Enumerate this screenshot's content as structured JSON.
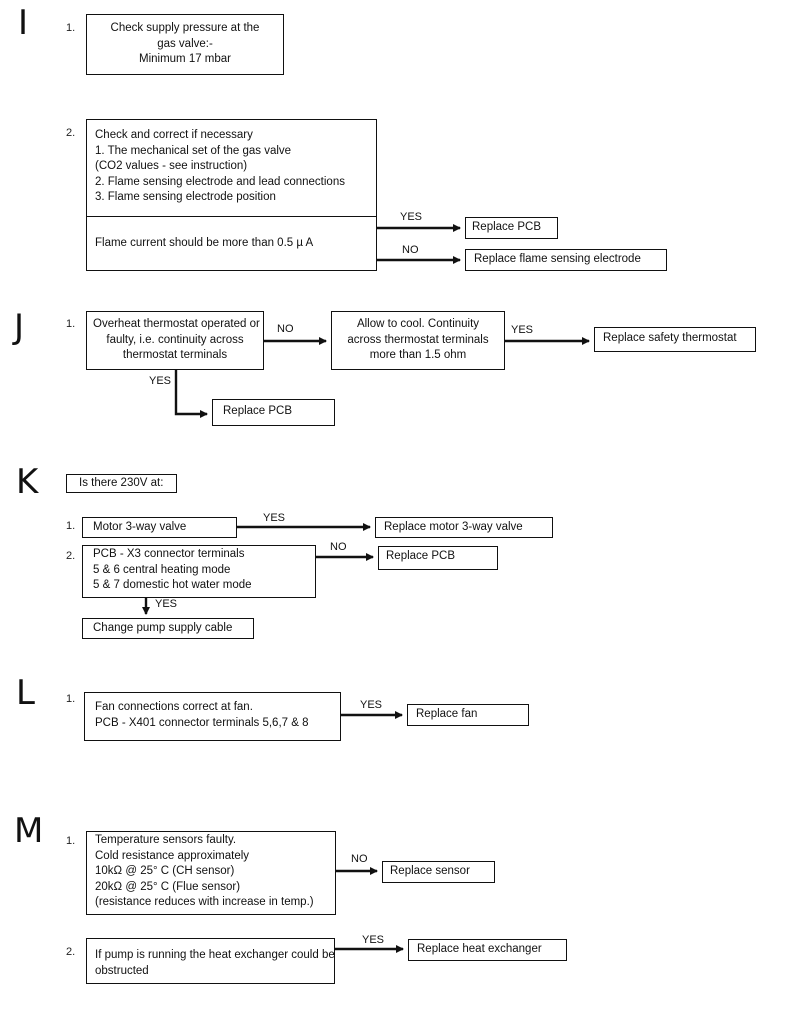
{
  "sections": {
    "I": {
      "letter": "I",
      "steps": [
        {
          "num": "1.",
          "lines": [
            "Check supply pressure at the",
            "gas valve:-",
            "Minimum 17 mbar"
          ]
        },
        {
          "num": "2.",
          "lines": [
            "Check and correct if necessary",
            "1.  The mechanical set of the gas valve",
            "(CO2 values - see instruction)",
            "2. Flame sensing electrode and lead connections",
            "3.  Flame sensing electrode position"
          ],
          "sub": "Flame current should be more than 0.5  µ  A",
          "yes_label": "YES",
          "yes_result": "Replace PCB",
          "no_label": "NO",
          "no_result": "Replace flame sensing electrode"
        }
      ]
    },
    "J": {
      "letter": "J",
      "steps": [
        {
          "num": "1.",
          "lines": [
            "Overheat thermostat operated or",
            "faulty, i.e. continuity across",
            "thermostat terminals"
          ],
          "no_label": "NO",
          "no_box": [
            "Allow to cool. Continuity",
            "across thermostat terminals",
            "more than 1.5 ohm"
          ],
          "no_yes_label": "YES",
          "no_yes_result": "Replace safety thermostat",
          "yes_label": "YES",
          "yes_result": "Replace PCB"
        }
      ]
    },
    "K": {
      "letter": "K",
      "question": "Is there 230V at:",
      "steps": [
        {
          "num": "1.",
          "text": "Motor 3-way valve",
          "yes_label": "YES",
          "yes_result": "Replace motor 3-way valve"
        },
        {
          "num": "2.",
          "lines": [
            "PCB - X3 connector terminals",
            "5 & 6 central heating mode",
            "5 & 7 domestic hot water mode"
          ],
          "no_label": "NO",
          "no_result": "Replace PCB",
          "yes_label": "YES",
          "yes_result": "Change pump supply cable"
        }
      ]
    },
    "L": {
      "letter": "L",
      "steps": [
        {
          "num": "1.",
          "lines": [
            "Fan connections correct at fan.",
            "PCB - X401 connector terminals 5,6,7 & 8"
          ],
          "yes_label": "YES",
          "yes_result": "Replace fan"
        }
      ]
    },
    "M": {
      "letter": "M",
      "steps": [
        {
          "num": "1.",
          "lines": [
            "Temperature sensors faulty.",
            "Cold resistance approximately",
            "10kΩ  @ 25° C (CH sensor)",
            "20kΩ  @ 25° C (Flue sensor)",
            "(resistance reduces with increase in temp.)"
          ],
          "no_label": "NO",
          "no_result": "Replace sensor"
        },
        {
          "num": "2.",
          "lines": [
            "If pump is running the heat exchanger could be",
            "obstructed"
          ],
          "yes_label": "YES",
          "yes_result": "Replace heat exchanger"
        }
      ]
    }
  }
}
